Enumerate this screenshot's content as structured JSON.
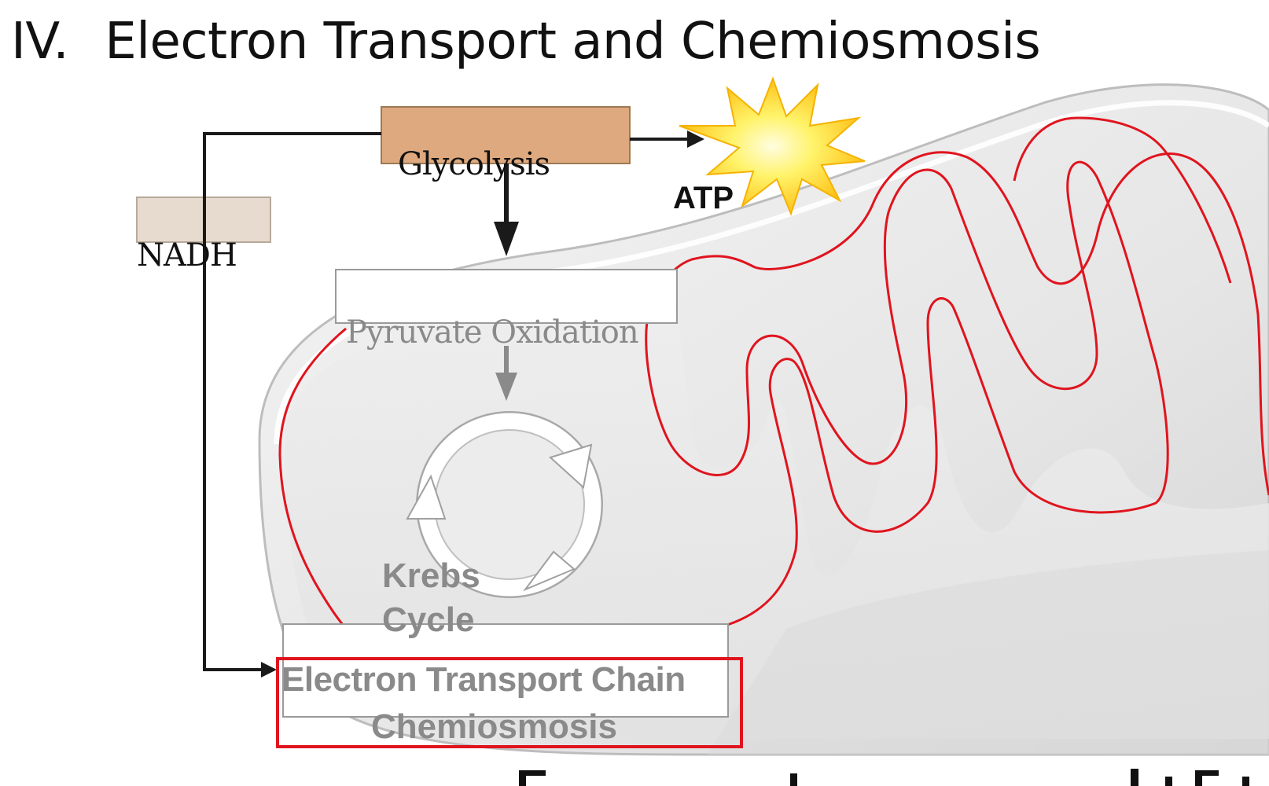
{
  "slide": {
    "number": "IV.",
    "title": "Electron Transport and Chemiosmosis"
  },
  "diagram": {
    "glycolysis": "Glycolysis",
    "nadh": "NADH",
    "atp": "ATP",
    "pyruvate_oxidation": "Pyruvate Oxidation",
    "krebs_line1": "Krebs",
    "krebs_line2": "Cycle",
    "etc_line1": "Electron Transport Chain",
    "etc_line2": "Chemiosmosis"
  },
  "colors": {
    "glycolysis_box": "#dea97e",
    "nadh_box": "#e7dbcf",
    "highlight_red": "#e0141e",
    "starburst": "#ffd21f",
    "faded_label": "#8a8a8a"
  }
}
